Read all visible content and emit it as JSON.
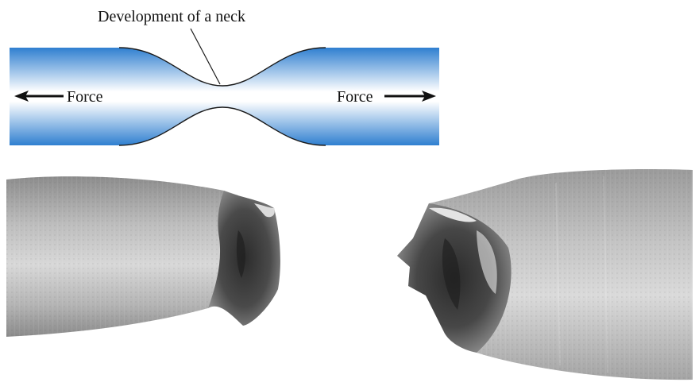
{
  "diagram": {
    "annotation": "Development of a neck",
    "left_force_label": "Force",
    "right_force_label": "Force"
  },
  "colors": {
    "bar_edge_blue": "#2f7fd0",
    "bar_center_white": "#ffffff",
    "outline": "#1a1a1a",
    "metal_light": "#c9c9c9",
    "metal_dark": "#6d6d6d",
    "fracture_dark": "#2e2e2e"
  },
  "photo": {
    "subject": "fractured tensile specimen halves (cup-and-cone fracture)",
    "pieces": [
      "left-half",
      "right-half"
    ]
  }
}
